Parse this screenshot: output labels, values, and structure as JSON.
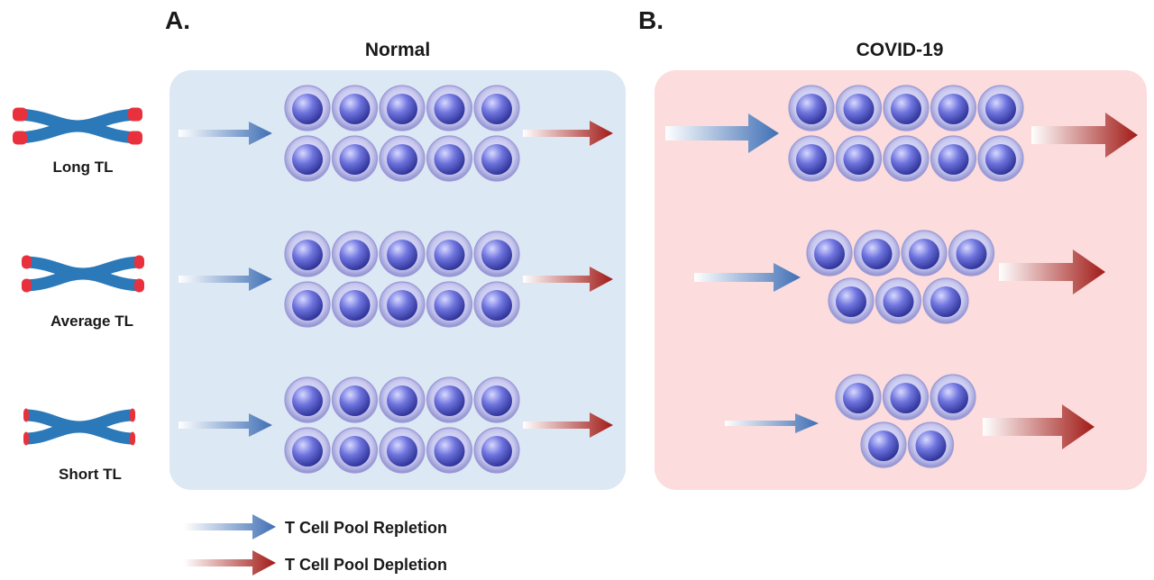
{
  "panels": [
    {
      "letter": "A.",
      "title": "Normal",
      "background": "#dde8f5"
    },
    {
      "letter": "B.",
      "title": "COVID-19",
      "background": "#fcdcdc"
    }
  ],
  "telomere_rows": [
    {
      "label": "Long TL",
      "telomere_color": "#e8313c",
      "chromatid_color": "#2c79b9"
    },
    {
      "label": "Average TL",
      "telomere_color": "#e8313c",
      "chromatid_color": "#2c79b9"
    },
    {
      "label": "Short TL",
      "telomere_color": "#e8313c",
      "chromatid_color": "#2c79b9"
    }
  ],
  "normal_cell_counts": [
    10,
    10,
    10
  ],
  "covid_cell_counts": [
    10,
    7,
    5
  ],
  "legend": {
    "repletion_label": "T Cell Pool Repletion",
    "depletion_label": "T Cell Pool Depletion",
    "repletion_color": "#3f6fb5",
    "depletion_color": "#a11a16"
  }
}
